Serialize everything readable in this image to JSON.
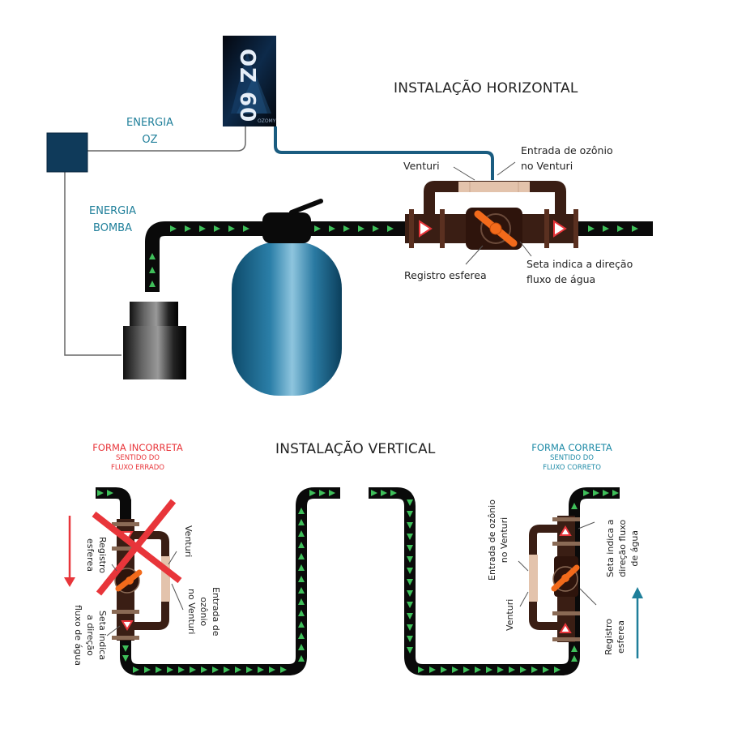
{
  "headings": {
    "horizontal": "INSTALAÇÃO HORIZONTAL",
    "vertical": "INSTALAÇÃO VERTICAL"
  },
  "device": {
    "brand": "OZ 60",
    "sub": "OZOMY"
  },
  "power": {
    "oz_line1": "ENERGIA",
    "oz_line2": "OZ",
    "pump_line1": "ENERGIA",
    "pump_line2": "BOMBA"
  },
  "horizontal_labels": {
    "venturi": "Venturi",
    "ozone_inlet_1": "Entrada de ozônio",
    "ozone_inlet_2": "no Venturi",
    "ball_valve": "Registro esferea",
    "arrow_note_1": "Seta indica a direção",
    "arrow_note_2": "fluxo de água"
  },
  "incorrect": {
    "title": "FORMA INCORRETA",
    "sub_1": "SENTIDO DO",
    "sub_2": "FLUXO ERRADO",
    "ball_valve_1": "Registro",
    "ball_valve_2": "esferea",
    "venturi": "Venturi",
    "ozone_1": "Entrada de",
    "ozone_2": "ozônio",
    "ozone_3": "no Venturi",
    "arrow_1": "Seta indica",
    "arrow_2": "a direção",
    "arrow_3": "fluxo de água"
  },
  "correct": {
    "title": "FORMA CORRETA",
    "sub_1": "SENTIDO DO",
    "sub_2": "FLUXO CORRETO",
    "ozone_1": "Entrada de ozônio",
    "ozone_2": "no Venturi",
    "venturi": "Venturi",
    "arrow_1": "Seta indica a",
    "arrow_2": "direção fluxo",
    "arrow_3": "de água",
    "ball_valve_1": "Registro",
    "ball_valve_2": "esferea"
  },
  "colors": {
    "pipe": "#0a0a0a",
    "flow_arrow": "#3fbf5a",
    "fitting": "#3a1e14",
    "fitting_ring": "#8a6a55",
    "venturi": "#e3c3ac",
    "valve_handle": "#f26a1b",
    "tank": "#1f6f95",
    "ozone_tube": "#1a5c80",
    "power_box": "#0f3a5a",
    "wrong": "#e8353a",
    "right": "#1f7f9a"
  }
}
